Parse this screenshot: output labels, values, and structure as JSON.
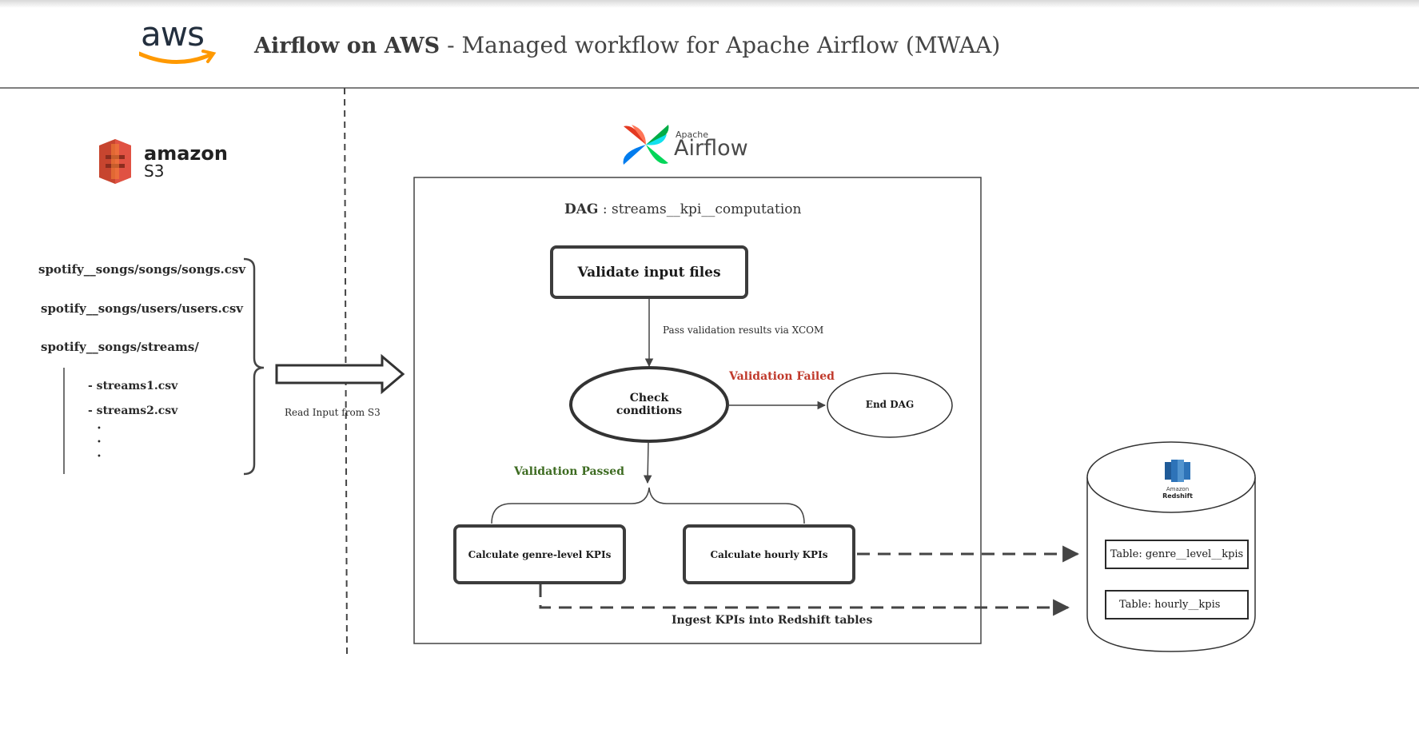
{
  "header": {
    "logo_text": "aws",
    "title_bold": "Airflow on AWS",
    "title_rest": " - Managed workflow for Apache Airflow (MWAA)"
  },
  "s3": {
    "logo_amazon": "amazon",
    "logo_s3": "S3",
    "paths": [
      "spotify__songs/songs/songs.csv",
      "spotify__songs/users/users.csv",
      "spotify__songs/streams/"
    ],
    "stream_files": [
      "- streams1.csv",
      "- streams2.csv"
    ],
    "dots": [
      "•",
      "•",
      "•"
    ],
    "arrow_label": "Read Input from S3"
  },
  "airflow": {
    "logo_apache": "Apache",
    "logo_airflow": "Airflow",
    "dag_label": "DAG",
    "dag_name": " : streams__kpi__computation",
    "validate": "Validate input files",
    "xcom_label": "Pass validation results via XCOM",
    "check": "Check conditions",
    "failed": "Validation Failed",
    "end": "End DAG",
    "passed": "Validation Passed",
    "genre": "Calculate genre-level KPIs",
    "hourly": "Calculate hourly KPIs",
    "ingest": "Ingest KPIs into Redshift tables"
  },
  "redshift": {
    "logo_amazon": "Amazon",
    "logo_redshift": "Redshift",
    "table1": "Table: genre__level__kpis",
    "table2": "Table: hourly__kpis"
  },
  "colors": {
    "aws_orange": "#ff9900",
    "failed_red": "#c0392b",
    "passed_green": "#3d6b21",
    "s3_red": "#e05243",
    "redshift_blue": "#2e73b8"
  }
}
